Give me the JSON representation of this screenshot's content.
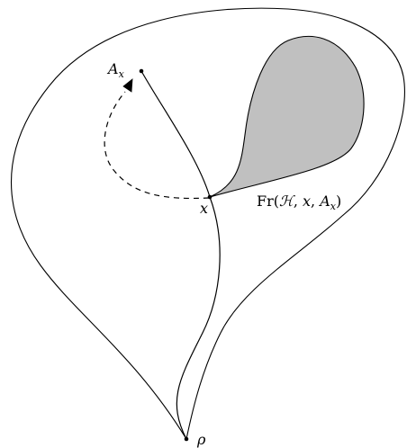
{
  "labels": {
    "point_a": {
      "main": "A",
      "sub": "x"
    },
    "point_x": "x",
    "point_rho": "ρ",
    "fringe": {
      "prefix": "Fr(",
      "cal_h": "ℋ",
      "sep1": ", ",
      "x": "x",
      "sep2": ", ",
      "a": "A",
      "a_sub": "x",
      "suffix": ")"
    }
  },
  "colors": {
    "stroke": "#000000",
    "shaded_region": "#c0c0c0",
    "background": "#ffffff"
  }
}
